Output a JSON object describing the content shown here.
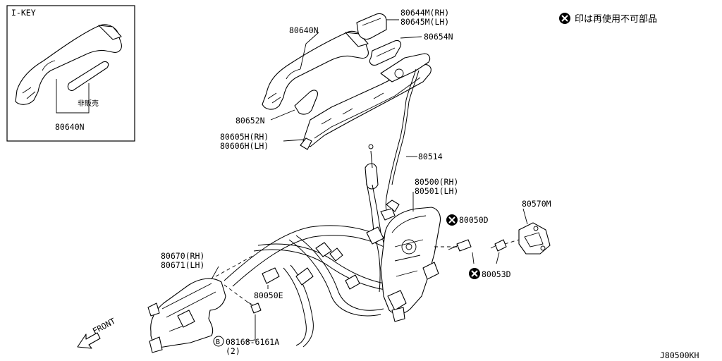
{
  "legend": {
    "symbol": "×",
    "text": "印は再使用不可部品"
  },
  "inset": {
    "title": "I-KEY",
    "not_sold": "非販売",
    "part": "80640N"
  },
  "labels": {
    "p80644m": "80644M(RH)",
    "p80645m": "80645M(LH)",
    "p80640n": "80640N",
    "p80654n": "80654N",
    "p80652n": "80652N",
    "p80605h": "80605H(RH)",
    "p80606h": "80606H(LH)",
    "p80514": "80514",
    "p80500": "80500(RH)",
    "p80501": "80501(LH)",
    "p80050d": "80050D",
    "p80570m": "80570M",
    "p80053d": "80053D",
    "p80670": "80670(RH)",
    "p80671": "80671(LH)",
    "p80050e": "80050E",
    "p08168": "08168-6161A",
    "p08168_qty": "(2)",
    "bolt_symbol": "B",
    "front": "FRONT"
  },
  "diagram_id": "J80500KH"
}
